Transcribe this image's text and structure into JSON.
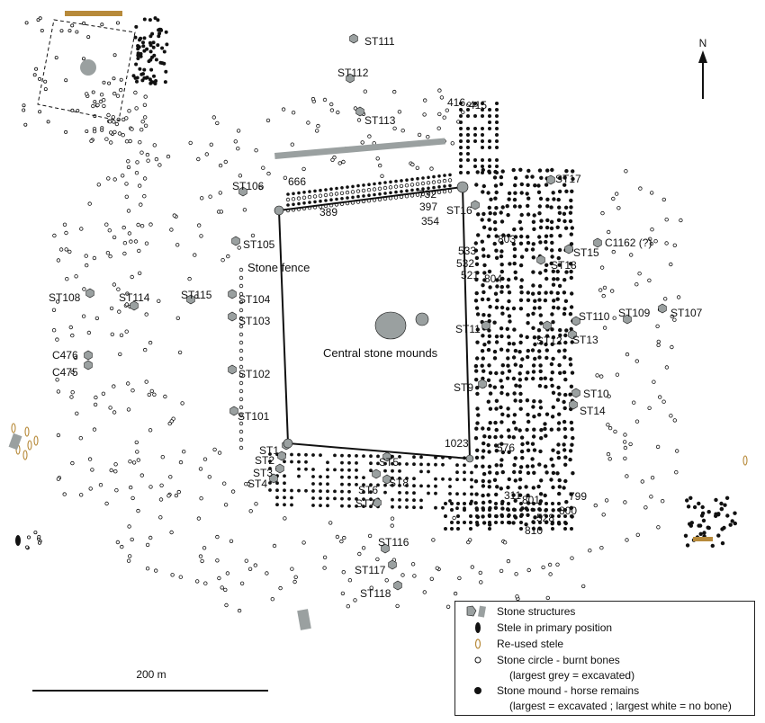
{
  "map": {
    "north_label": "N",
    "scale_label": "200 m",
    "feature_labels": {
      "stone_fence": "Stone fence",
      "central_mounds": "Central stone mounds"
    },
    "stone_structures": [
      "ST111",
      "ST112",
      "ST113",
      "ST106",
      "ST105",
      "ST104",
      "ST103",
      "ST102",
      "ST101",
      "ST108",
      "ST114",
      "ST115",
      "ST116",
      "ST117",
      "ST118",
      "ST17",
      "ST16",
      "ST15",
      "ST18",
      "ST110",
      "ST109",
      "ST107",
      "ST11",
      "ST12",
      "ST13",
      "ST9",
      "ST10",
      "ST14",
      "ST1",
      "ST2",
      "ST3",
      "ST4",
      "ST5",
      "ST6",
      "ST7",
      "ST8",
      "C476",
      "C475",
      "C1162 (?)"
    ],
    "numbered_features": [
      "416",
      "415",
      "666",
      "389",
      "732",
      "397",
      "354",
      "803",
      "533",
      "532",
      "521",
      "804",
      "1023",
      "576",
      "311",
      "801",
      "799",
      "528",
      "800",
      "810"
    ],
    "legend": {
      "stone_structures": "Stone structures",
      "stele_primary": "Stele in primary position",
      "reused_stele": "Re-used stele",
      "stone_circle": "Stone circle - burnt bones",
      "stone_circle_note": "(largest grey = excavated)",
      "stone_mound": "Stone mound - horse remains",
      "stone_mound_note": "(largest = excavated ; largest white = no bone)"
    },
    "colors": {
      "structure_grey": "#9aa0a0",
      "stele_tan": "#b78a3a",
      "ink": "#111111"
    }
  }
}
